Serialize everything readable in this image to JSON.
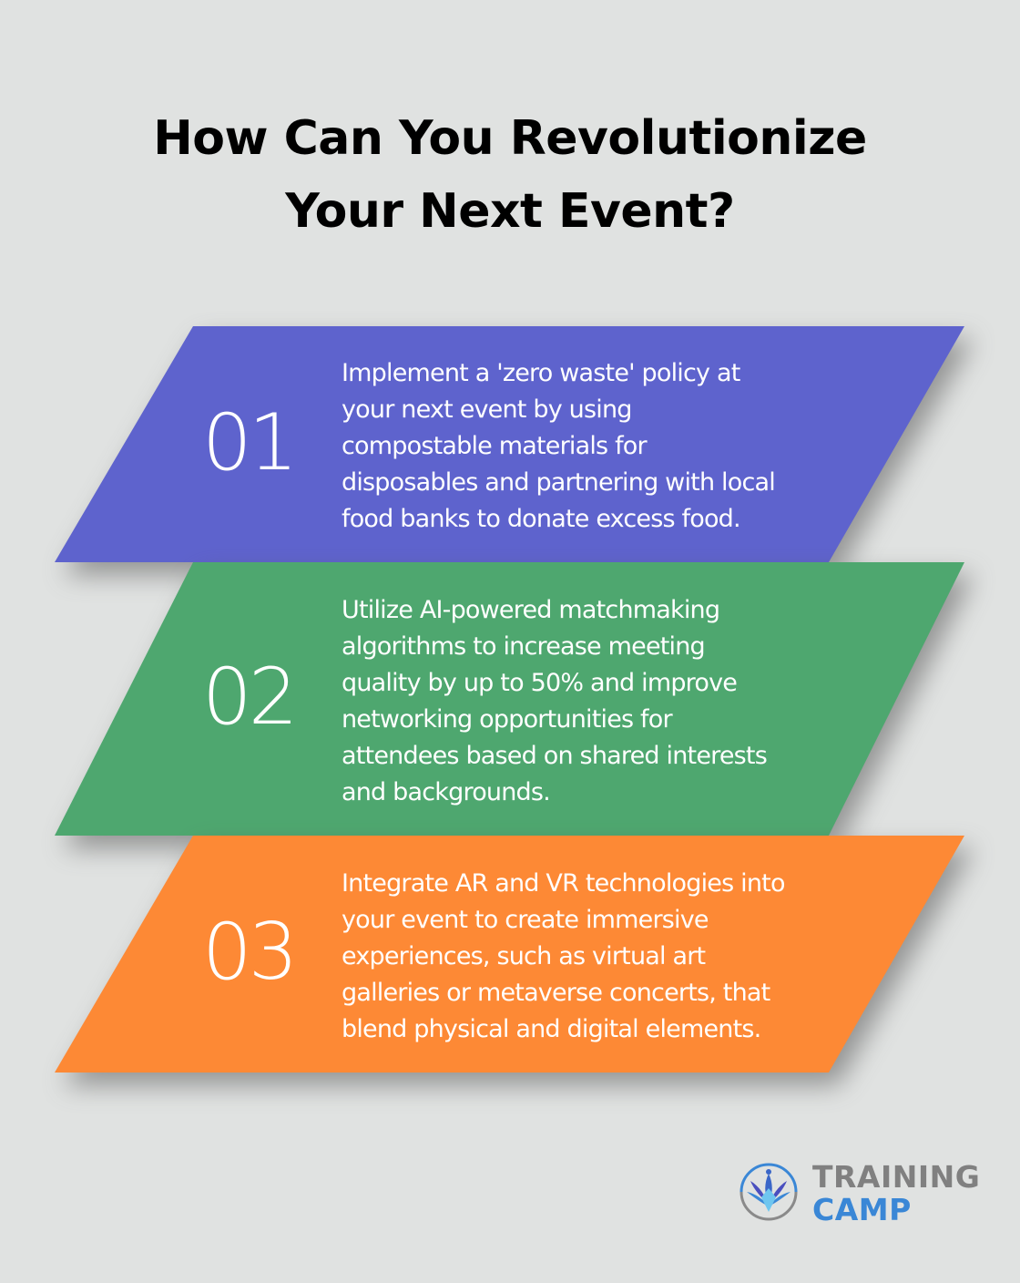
{
  "title": {
    "line1": "How Can You Revolutionize",
    "line2": "Your Next Event?"
  },
  "cards": [
    {
      "number": "01",
      "color": "#5e63cd",
      "lines": [
        "Implement a 'zero waste' policy at",
        "your next event by using",
        "compostable materials for",
        "disposables and partnering with local",
        "food banks to donate excess food."
      ]
    },
    {
      "number": "02",
      "color": "#4ea76f",
      "lines": [
        "Utilize AI-powered matchmaking",
        "algorithms to increase meeting",
        "quality by up to 50% and improve",
        "networking opportunities for",
        "attendees based on shared interests",
        "and backgrounds."
      ]
    },
    {
      "number": "03",
      "color": "#fd8935",
      "lines": [
        "Integrate AR and VR technologies into",
        "your event to create immersive",
        "experiences, such as virtual art",
        "galleries or metaverse concerts, that",
        "blend physical and digital elements."
      ]
    }
  ],
  "logo": {
    "line1": "TRAINING",
    "line2": "CAMP",
    "gray": "#808080",
    "blue": "#3a87d6"
  },
  "background": "#e0e2e1"
}
